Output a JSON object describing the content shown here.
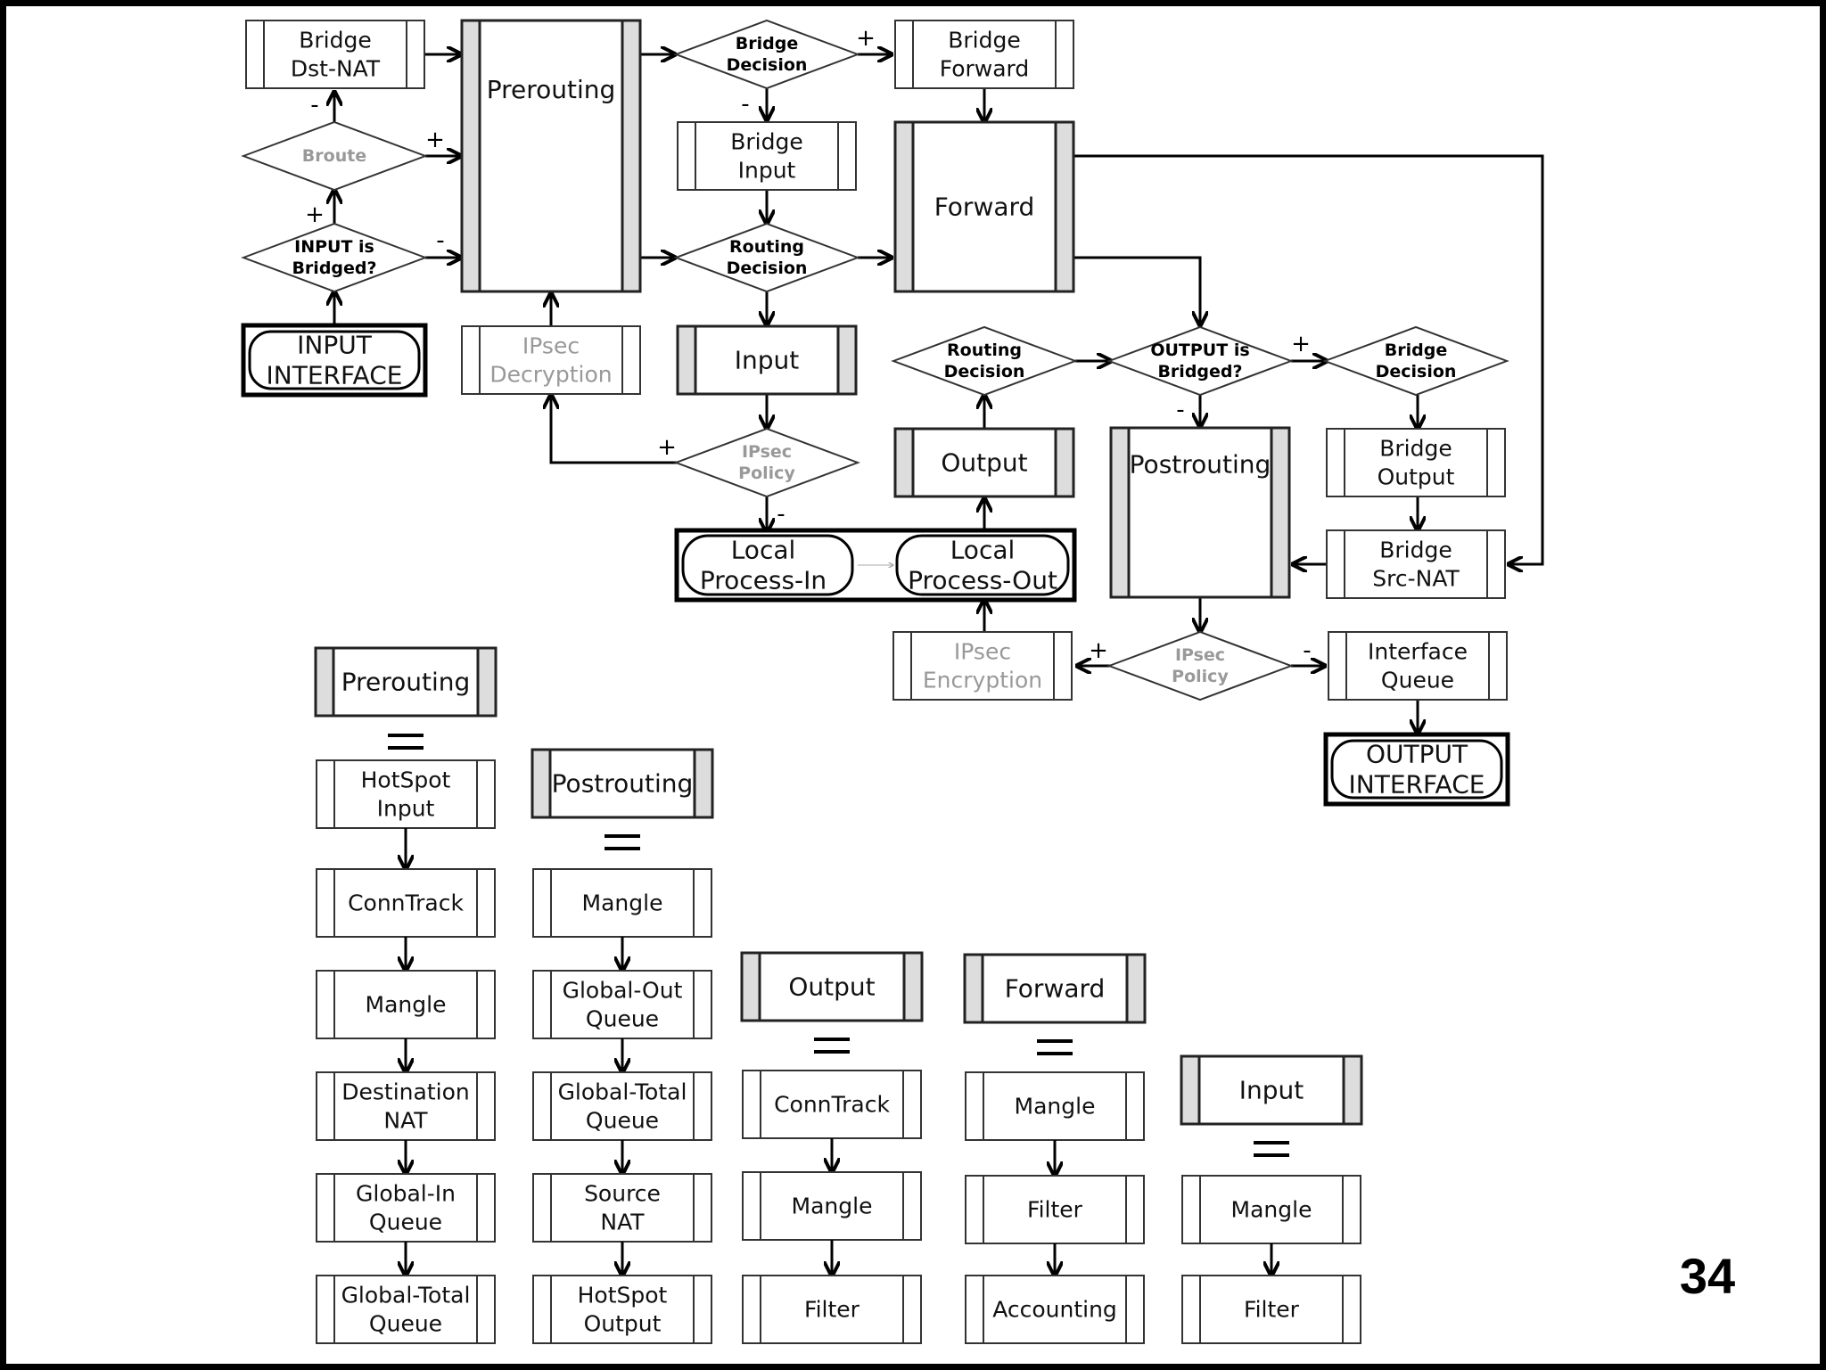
{
  "colors": {
    "frame": "#000000",
    "canvas": "#ffffff",
    "line": "#000000",
    "chain_side": "#dddddd",
    "disabled_text": "#999999"
  },
  "page_number": "34",
  "nodes": {
    "bridge_dst_nat": [
      "Bridge",
      "Dst-NAT"
    ],
    "prerouting_chain": [
      "Prerouting"
    ],
    "bridge_decision_1": [
      "Bridge",
      "Decision"
    ],
    "bridge_forward": [
      "Bridge",
      "Forward"
    ],
    "broute": [
      "Broute"
    ],
    "bridge_input": [
      "Bridge",
      "Input"
    ],
    "forward_chain": [
      "Forward"
    ],
    "input_is_bridged": [
      "INPUT is",
      "Bridged?"
    ],
    "routing_decision_1": [
      "Routing",
      "Decision"
    ],
    "input_interface": [
      "INPUT",
      "INTERFACE"
    ],
    "ipsec_decryption": [
      "IPsec",
      "Decryption"
    ],
    "input_chain": [
      "Input"
    ],
    "routing_decision_2": [
      "Routing",
      "Decision"
    ],
    "output_is_bridged": [
      "OUTPUT is",
      "Bridged?"
    ],
    "bridge_decision_2": [
      "Bridge",
      "Decision"
    ],
    "ipsec_policy_1": [
      "IPsec",
      "Policy"
    ],
    "output_chain": [
      "Output"
    ],
    "postrouting_chain": [
      "Postrouting"
    ],
    "bridge_output": [
      "Bridge",
      "Output"
    ],
    "local_process_in": [
      "Local",
      "Process-In"
    ],
    "local_process_out": [
      "Local",
      "Process-Out"
    ],
    "bridge_src_nat": [
      "Bridge",
      "Src-NAT"
    ],
    "ipsec_encryption": [
      "IPsec",
      "Encryption"
    ],
    "ipsec_policy_2": [
      "IPsec",
      "Policy"
    ],
    "interface_queue": [
      "Interface",
      "Queue"
    ],
    "output_interface": [
      "OUTPUT",
      "INTERFACE"
    ]
  },
  "signs": {
    "bridge_decision_plus": "+",
    "bridge_decision_minus": "-",
    "broute_plus": "+",
    "broute_minus": "-",
    "input_bridged_plus": "+",
    "input_bridged_minus": "-",
    "ipsec_policy_1_plus": "+",
    "ipsec_policy_1_minus": "-",
    "output_bridged_plus": "+",
    "output_bridged_minus": "-",
    "ipsec_policy_2_plus": "+",
    "ipsec_policy_2_minus": "-"
  },
  "legend": {
    "prerouting": {
      "header": "Prerouting",
      "items": [
        [
          "HotSpot",
          "Input"
        ],
        [
          "ConnTrack"
        ],
        [
          "Mangle"
        ],
        [
          "Destination",
          "NAT"
        ],
        [
          "Global-In",
          "Queue"
        ],
        [
          "Global-Total",
          "Queue"
        ]
      ]
    },
    "postrouting": {
      "header": "Postrouting",
      "items": [
        [
          "Mangle"
        ],
        [
          "Global-Out",
          "Queue"
        ],
        [
          "Global-Total",
          "Queue"
        ],
        [
          "Source",
          "NAT"
        ],
        [
          "HotSpot",
          "Output"
        ]
      ]
    },
    "output": {
      "header": "Output",
      "items": [
        [
          "ConnTrack"
        ],
        [
          "Mangle"
        ],
        [
          "Filter"
        ]
      ]
    },
    "forward": {
      "header": "Forward",
      "items": [
        [
          "Mangle"
        ],
        [
          "Filter"
        ],
        [
          "Accounting"
        ]
      ]
    },
    "input": {
      "header": "Input",
      "items": [
        [
          "Mangle"
        ],
        [
          "Filter"
        ]
      ]
    }
  }
}
